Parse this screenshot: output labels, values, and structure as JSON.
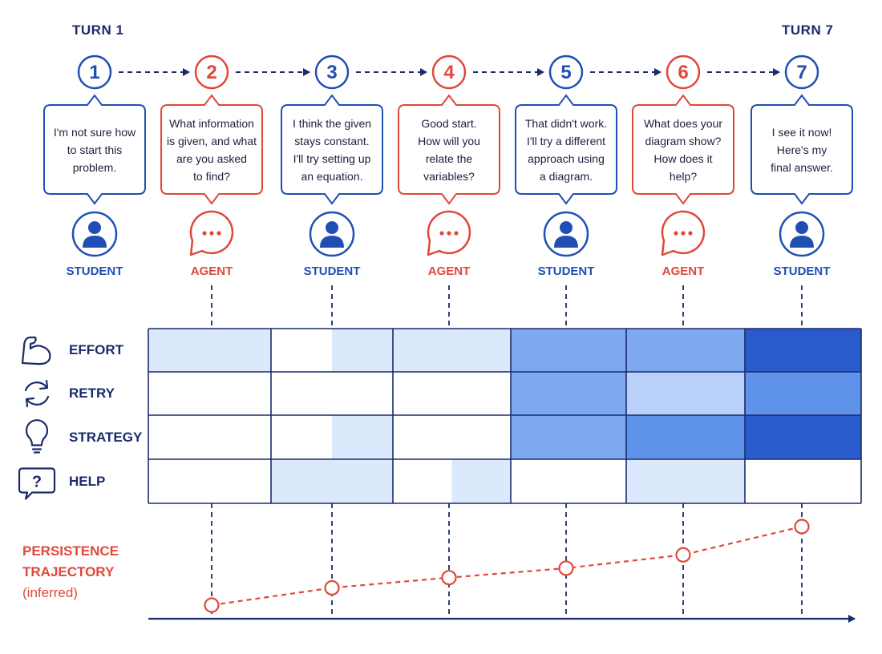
{
  "turn_labels": {
    "first": "TURN 1",
    "last": "TURN 7"
  },
  "turns": [
    {
      "number": "1",
      "role": "STUDENT",
      "message": [
        "I'm not sure how",
        "to start this",
        "problem."
      ]
    },
    {
      "number": "2",
      "role": "AGENT",
      "message": [
        "What information",
        "is given, and what",
        "are you asked",
        "to find?"
      ]
    },
    {
      "number": "3",
      "role": "STUDENT",
      "message": [
        "I think the given",
        "stays constant.",
        "I'll try setting up",
        "an equation."
      ]
    },
    {
      "number": "4",
      "role": "AGENT",
      "message": [
        "Good start.",
        "How will you",
        "relate the",
        "variables?"
      ]
    },
    {
      "number": "5",
      "role": "STUDENT",
      "message": [
        "That didn't work.",
        "I'll try a different",
        "approach using",
        "a diagram."
      ]
    },
    {
      "number": "6",
      "role": "AGENT",
      "message": [
        "What does your",
        "diagram show?",
        "How does it",
        "help?"
      ]
    },
    {
      "number": "7",
      "role": "STUDENT",
      "message": [
        "I see it now!",
        "Here's my",
        "final answer."
      ]
    }
  ],
  "colors": {
    "student": "#1f4fb5",
    "agent": "#e0483a",
    "navy": "#1a2b6d",
    "heat_levels": [
      "#ffffff",
      "#dce8fb",
      "#b9d1f8",
      "#7ea9f0",
      "#5f93ea",
      "#2a5bcc"
    ]
  },
  "heatmap": {
    "rows": [
      {
        "label": "EFFORT",
        "icon": "flexed-arm-icon"
      },
      {
        "label": "RETRY",
        "icon": "retry-arrows-icon"
      },
      {
        "label": "STRATEGY",
        "icon": "lightbulb-icon"
      },
      {
        "label": "HELP",
        "icon": "question-bubble-icon"
      }
    ],
    "cells": [
      [
        [
          1,
          1
        ],
        [
          0,
          1
        ],
        [
          1,
          1
        ],
        [
          3,
          3
        ],
        [
          3,
          3
        ],
        [
          5,
          5
        ]
      ],
      [
        [
          0,
          0
        ],
        [
          0,
          0
        ],
        [
          0,
          0
        ],
        [
          3,
          3
        ],
        [
          2,
          2
        ],
        [
          4,
          4
        ]
      ],
      [
        [
          0,
          0
        ],
        [
          0,
          1
        ],
        [
          0,
          0
        ],
        [
          3,
          3
        ],
        [
          4,
          4
        ],
        [
          5,
          5
        ]
      ],
      [
        [
          0,
          0
        ],
        [
          1,
          1
        ],
        [
          0,
          1
        ],
        [
          0,
          0
        ],
        [
          1,
          1
        ],
        [
          0,
          0
        ]
      ]
    ]
  },
  "trajectory": {
    "label": [
      "PERSISTENCE",
      "TRAJECTORY"
    ],
    "label_sub": "(inferred)",
    "values": [
      0.0,
      0.22,
      0.35,
      0.47,
      0.64,
      1.0
    ]
  }
}
